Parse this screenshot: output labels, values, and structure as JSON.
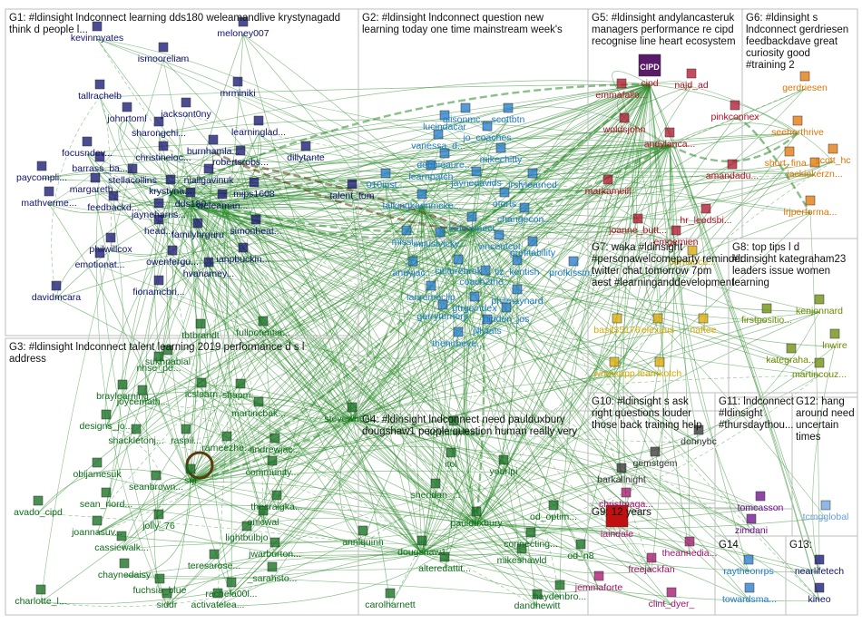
{
  "colors": {
    "g1": "#10106e",
    "g2": "#1f78c8",
    "g3": "#0e6b1a",
    "g4": "#0e6b1a",
    "g5": "#b0102a",
    "g6": "#e07400",
    "g7": "#d8a800",
    "g8": "#6a8a00",
    "g9": "#a0106a",
    "g10": "#333333",
    "g11": "#6a0a8a",
    "g12": "#6aa0d8",
    "g13": "#10106e",
    "g14": "#1f78c8",
    "edge": "#2a8a2a",
    "edge_dark": "#5a3a10"
  },
  "groups": [
    {
      "id": "g1",
      "title": "G1: #ldinsight lndconnect learning dds180 weleamandlive krystynagadd think d people l..."
    },
    {
      "id": "g2",
      "title": "G2: #ldinsight lndconnect question new learning today one time mainstream week's"
    },
    {
      "id": "g3",
      "title": "G3: #ldinsight lndconnect talent learning 2019 performance d s l address"
    },
    {
      "id": "g4",
      "title": "G4: #ldinsight lndconnect need paulduxbury dougshaw1 people question human really very"
    },
    {
      "id": "g5",
      "title": "G5: #ldinsight andylancasteruk managers performance re cipd recognise line heart ecosystem"
    },
    {
      "id": "g6",
      "title": "G6: #ldinsight s lndconnect gerdriesen feedbackdave great curiosity good #training 2"
    },
    {
      "id": "g7",
      "title": "G7: waka #ldinsight #personawelcomeparty reminder twitter chat tomorrow 7pm aest #learninganddevelopment"
    },
    {
      "id": "g8",
      "title": "G8: top tips l d #ldinsight kategraham23 leaders issue women learning"
    },
    {
      "id": "g9",
      "title": "G9: 12 years"
    },
    {
      "id": "g10",
      "title": "G10: #ldinsight s ask right questions louder those back training help"
    },
    {
      "id": "g11",
      "title": "G11: lndconnect #ldinsight #thursdaythou... #takefivewith zimdani chats given ways hear people"
    },
    {
      "id": "g12",
      "title": "G12: hang around need uncertain times johnghack... explains grow"
    },
    {
      "id": "g13",
      "title": "G13:"
    },
    {
      "id": "g14",
      "title": "G14"
    }
  ],
  "nodes": [
    {
      "label": "kevinmyates",
      "g": "g1"
    },
    {
      "label": "meloney007",
      "g": "g1"
    },
    {
      "label": "ismooreliam",
      "g": "g1"
    },
    {
      "label": "tallrachelb",
      "g": "g1"
    },
    {
      "label": "mrminiki",
      "g": "g1"
    },
    {
      "label": "johnrtoml",
      "g": "g1"
    },
    {
      "label": "jacksont0ny",
      "g": "g1"
    },
    {
      "label": "focusndev...",
      "g": "g1"
    },
    {
      "label": "sharongchi...",
      "g": "g1"
    },
    {
      "label": "learninglad...",
      "g": "g1"
    },
    {
      "label": "barrass_ba...",
      "g": "g1"
    },
    {
      "label": "christineloc...",
      "g": "g1"
    },
    {
      "label": "burnhamla...",
      "g": "g1"
    },
    {
      "label": "paycompli...",
      "g": "g1"
    },
    {
      "label": "stellacollins",
      "g": "g1"
    },
    {
      "label": "robertsrobs...",
      "g": "g1"
    },
    {
      "label": "dillytante",
      "g": "g1"
    },
    {
      "label": "margaretb...",
      "g": "g1"
    },
    {
      "label": "krystyna...",
      "g": "g1"
    },
    {
      "label": "niallgavinuk",
      "g": "g1"
    },
    {
      "label": "mathverme...",
      "g": "g1"
    },
    {
      "label": "feedbackd...",
      "g": "g1"
    },
    {
      "label": "weleaman...",
      "g": "g1"
    },
    {
      "label": "mips1608",
      "g": "g1"
    },
    {
      "label": "jayneharris...",
      "g": "g1"
    },
    {
      "label": "dds180",
      "g": "g1"
    },
    {
      "label": "simonheat...",
      "g": "g1"
    },
    {
      "label": "head...",
      "g": "g1"
    },
    {
      "label": "familyhrguru",
      "g": "g1"
    },
    {
      "label": "philwillcox",
      "g": "g1"
    },
    {
      "label": "owenfergu...",
      "g": "g1"
    },
    {
      "label": "ianpbuckin...",
      "g": "g1"
    },
    {
      "label": "emotionat...",
      "g": "g1"
    },
    {
      "label": "hvanamey...",
      "g": "g1"
    },
    {
      "label": "davidmcara",
      "g": "g1"
    },
    {
      "label": "fionamcbri...",
      "g": "g1"
    },
    {
      "label": "talent_tom",
      "g": "g1"
    },
    {
      "label": "lucindacar",
      "g": "g2"
    },
    {
      "label": "alisonmc...",
      "g": "g2"
    },
    {
      "label": "scottbtn",
      "g": "g2"
    },
    {
      "label": "jo_coaches",
      "g": "g2"
    },
    {
      "label": "vanessa_d...",
      "g": "g2"
    },
    {
      "label": "mikechitty",
      "g": "g2"
    },
    {
      "label": "debbieaure...",
      "g": "g2"
    },
    {
      "label": "learnpatch",
      "g": "g2"
    },
    {
      "label": "jaynedavids",
      "g": "g2"
    },
    {
      "label": "irslylearned",
      "g": "g2"
    },
    {
      "label": "talkingkarinmcke...",
      "g": "g2"
    },
    {
      "label": "otorts",
      "g": "g2"
    },
    {
      "label": "changecon...",
      "g": "g2"
    },
    {
      "label": "lndconnect",
      "g": "g2"
    },
    {
      "label": "missi...",
      "g": "g2"
    },
    {
      "label": "vincentcol",
      "g": "g2"
    },
    {
      "label": "profitability",
      "g": "g2"
    },
    {
      "label": "imjustvicky...",
      "g": "g2"
    },
    {
      "label": "andyjac...",
      "g": "g2"
    },
    {
      "label": "culturebrok",
      "g": "g2"
    },
    {
      "label": "liz_kentish",
      "g": "g2"
    },
    {
      "label": "coach2the...",
      "g": "g2"
    },
    {
      "label": "profkissm...",
      "g": "g2"
    },
    {
      "label": "ianremeclip",
      "g": "g2"
    },
    {
      "label": "philmaynard",
      "g": "g2"
    },
    {
      "label": "gtrgoindex",
      "g": "g2"
    },
    {
      "label": "garryturnerjr",
      "g": "g2"
    },
    {
      "label": "hidden_jos",
      "g": "g2"
    },
    {
      "label": "jillytats",
      "g": "g2"
    },
    {
      "label": "thehubeve...",
      "g": "g2"
    },
    {
      "label": "010inst...",
      "g": "g2"
    },
    {
      "label": "tbtbrandt",
      "g": "g3"
    },
    {
      "label": "fullpotentia...",
      "g": "g3"
    },
    {
      "label": "sukhpabial",
      "g": "g3"
    },
    {
      "label": "nhse_pe...",
      "g": "g3"
    },
    {
      "label": "braylearning",
      "g": "g3"
    },
    {
      "label": "icslearn",
      "g": "g3"
    },
    {
      "label": "joycemath...",
      "g": "g3"
    },
    {
      "label": "shapm...",
      "g": "g3"
    },
    {
      "label": "martincbak...",
      "g": "g3"
    },
    {
      "label": "designs_jo...",
      "g": "g3"
    },
    {
      "label": "shackletonj...",
      "g": "g3"
    },
    {
      "label": "raspil...",
      "g": "g3"
    },
    {
      "label": "rameezhe...",
      "g": "g3"
    },
    {
      "label": "andrewjac...",
      "g": "g3"
    },
    {
      "label": "obijamesuk",
      "g": "g3"
    },
    {
      "label": "community...",
      "g": "g3"
    },
    {
      "label": "srjf",
      "g": "g3"
    },
    {
      "label": "seanbrown...",
      "g": "g3"
    },
    {
      "label": "sean_riord...",
      "g": "g3"
    },
    {
      "label": "avado_cipd",
      "g": "g3"
    },
    {
      "label": "thecraigka...",
      "g": "g3"
    },
    {
      "label": "joannasuv...",
      "g": "g3"
    },
    {
      "label": "jolly_76",
      "g": "g3"
    },
    {
      "label": "onicwal",
      "g": "g3"
    },
    {
      "label": "cassiewalk...",
      "g": "g3"
    },
    {
      "label": "lightbulbjo",
      "g": "g3"
    },
    {
      "label": "jwarburton...",
      "g": "g3"
    },
    {
      "label": "chaynedaisy",
      "g": "g3"
    },
    {
      "label": "teresarose...",
      "g": "g3"
    },
    {
      "label": "_sarahsto...",
      "g": "g3"
    },
    {
      "label": "fuchsia_blue",
      "g": "g3"
    },
    {
      "label": "rachela00l...",
      "g": "g3"
    },
    {
      "label": "charlotte_l...",
      "g": "g3"
    },
    {
      "label": "siddr",
      "g": "g3"
    },
    {
      "label": "activatelea...",
      "g": "g3"
    },
    {
      "label": "stevewheel...",
      "g": "g3"
    },
    {
      "label": "kevinfairless",
      "g": "g4"
    },
    {
      "label": "itol",
      "g": "g4"
    },
    {
      "label": "yourlpi",
      "g": "g4"
    },
    {
      "label": "sheridan_...",
      "g": "g4"
    },
    {
      "label": "od_optim...",
      "g": "g4"
    },
    {
      "label": "paulduxbury",
      "g": "g4"
    },
    {
      "label": "annlquinn",
      "g": "g4"
    },
    {
      "label": "connecting...",
      "g": "g4"
    },
    {
      "label": "dougshaw1",
      "g": "g4"
    },
    {
      "label": "od_n8",
      "g": "g4"
    },
    {
      "label": "alteredattit...",
      "g": "g4"
    },
    {
      "label": "mikeshawld",
      "g": "g4"
    },
    {
      "label": "haydenbro...",
      "g": "g4"
    },
    {
      "label": "carolharnett",
      "g": "g4"
    },
    {
      "label": "dandhewitt",
      "g": "g4"
    },
    {
      "label": "cipd",
      "g": "g5"
    },
    {
      "label": "najd_ad",
      "g": "g5"
    },
    {
      "label": "emmafallo...",
      "g": "g5"
    },
    {
      "label": "woldsjohn",
      "g": "g5"
    },
    {
      "label": "pinkconnex",
      "g": "g5"
    },
    {
      "label": "andylanca...",
      "g": "g5"
    },
    {
      "label": "amandadu...",
      "g": "g5"
    },
    {
      "label": "markameill",
      "g": "g5"
    },
    {
      "label": "hr_leedsbi...",
      "g": "g5"
    },
    {
      "label": "joanne_butt...",
      "g": "g5"
    },
    {
      "label": "emgemien",
      "g": "g5"
    },
    {
      "label": "gerdriesen",
      "g": "g6"
    },
    {
      "label": "scott_hc",
      "g": "g6"
    },
    {
      "label": "seeherthrive",
      "g": "g6"
    },
    {
      "label": "short_fina...",
      "g": "g6"
    },
    {
      "label": "jackiekerzn...",
      "g": "g6"
    },
    {
      "label": "lrjperforma...",
      "g": "g6"
    },
    {
      "label": "basit35176",
      "g": "g7"
    },
    {
      "label": "elexaus",
      "g": "g7"
    },
    {
      "label": "naftee",
      "g": "g7"
    },
    {
      "label": "wranxapp",
      "g": "g7"
    },
    {
      "label": "learnkotch",
      "g": "g7"
    },
    {
      "label": "oomancu...",
      "g": "g7"
    },
    {
      "label": "kenjonnard",
      "g": "g8"
    },
    {
      "label": "firstpositio...",
      "g": "g8"
    },
    {
      "label": "kategraha...",
      "g": "g8"
    },
    {
      "label": "lnwire",
      "g": "g8"
    },
    {
      "label": "martincouz...",
      "g": "g8"
    },
    {
      "label": "iaindale",
      "g": "g9"
    },
    {
      "label": "theannedia...",
      "g": "g9"
    },
    {
      "label": "freejackfan",
      "g": "g9"
    },
    {
      "label": "jemmaforte",
      "g": "g9"
    },
    {
      "label": "clint_dyer_",
      "g": "g9"
    },
    {
      "label": "christmaga...",
      "g": "g9"
    },
    {
      "label": "gemstgem",
      "g": "g10"
    },
    {
      "label": "donnybc",
      "g": "g10"
    },
    {
      "label": "barkallnight",
      "g": "g10"
    },
    {
      "label": "tomcasson",
      "g": "g11"
    },
    {
      "label": "zimdani",
      "g": "g11"
    },
    {
      "label": "tcmgglobal",
      "g": "g12"
    },
    {
      "label": "nearlifetech",
      "g": "g13"
    },
    {
      "label": "kineo",
      "g": "g13"
    },
    {
      "label": "raytheonrps",
      "g": "g14"
    },
    {
      "label": "towardsma...",
      "g": "g14"
    }
  ]
}
